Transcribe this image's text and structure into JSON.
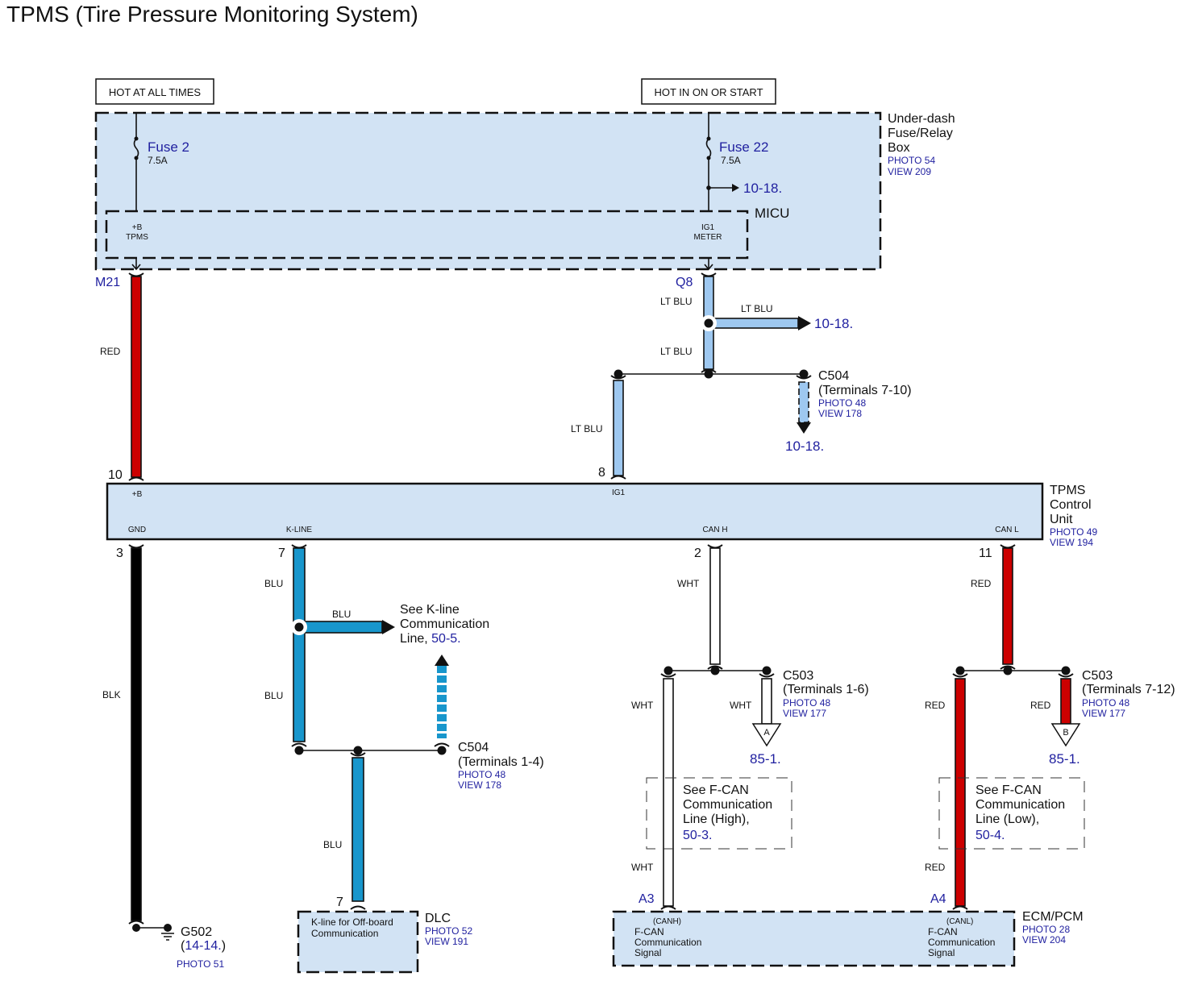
{
  "title": "TPMS (Tire Pressure Monitoring System)",
  "colors": {
    "red_wire": "#cc0000",
    "blk_wire": "#000000",
    "blu_wire": "#1896cc",
    "ltblu_wire": "#9ec8f0",
    "wht_wire": "#ffffff",
    "component_fill": "#d2e3f4",
    "link_text": "#1f1f9f"
  },
  "power_labels": {
    "hot_at_all_times": "HOT AT ALL TIMES",
    "hot_in_on_or_start": "HOT IN ON OR START"
  },
  "fuse_box": {
    "name_lines": [
      "Under-dash",
      "Fuse/Relay",
      "Box"
    ],
    "photo": "PHOTO 54",
    "view": "VIEW 209",
    "fuses": [
      {
        "name": "Fuse 2",
        "rating": "7.5A"
      },
      {
        "name": "Fuse 22",
        "rating": "7.5A"
      }
    ],
    "branch_ref": "10-18.",
    "micu": {
      "name": "MICU",
      "pin_left_lines": [
        "+B",
        "TPMS"
      ],
      "pin_right_lines": [
        "IG1",
        "METER"
      ]
    }
  },
  "connectors": {
    "m21": "M21",
    "q8": "Q8",
    "a3": "A3",
    "a4": "A4"
  },
  "wire_labels": {
    "red": "RED",
    "blk": "BLK",
    "blu": "BLU",
    "lt_blu": "LT BLU",
    "wht": "WHT"
  },
  "refs": {
    "ltblu_branch": "10-18.",
    "c504_upper_ref": "10-18.",
    "c503_a_ref": "85-1.",
    "c503_b_ref": "85-1."
  },
  "c504_upper": {
    "name": "C504",
    "terminals": "(Terminals 7-10)",
    "photo": "PHOTO 48",
    "view": "VIEW 178"
  },
  "c504_lower": {
    "name": "C504",
    "terminals": "(Terminals 1-4)",
    "photo": "PHOTO 48",
    "view": "VIEW 178"
  },
  "c503_left": {
    "name": "C503",
    "terminals": "(Terminals 1-6)",
    "photo": "PHOTO 48",
    "view": "VIEW 177",
    "symbol": "A"
  },
  "c503_right": {
    "name": "C503",
    "terminals": "(Terminals 7-12)",
    "photo": "PHOTO 48",
    "view": "VIEW 177",
    "symbol": "B"
  },
  "tpms_unit": {
    "name_lines": [
      "TPMS",
      "Control",
      "Unit"
    ],
    "photo": "PHOTO 49",
    "view": "VIEW 194",
    "pins": {
      "b_plus": {
        "num": "10",
        "label": "+B"
      },
      "ig1": {
        "num": "8",
        "label": "IG1"
      },
      "gnd": {
        "num": "3",
        "label": "GND"
      },
      "kline": {
        "num": "7",
        "label": "K-LINE"
      },
      "canh": {
        "num": "2",
        "label": "CAN H"
      },
      "canl": {
        "num": "11",
        "label": "CAN L"
      }
    }
  },
  "kline_note": {
    "lines": [
      "See K-line",
      "Communication",
      "Line, "
    ],
    "ref": "50-5."
  },
  "fcan_high_note": {
    "lines": [
      "See F-CAN",
      "Communication",
      "Line (High),"
    ],
    "ref": "50-3."
  },
  "fcan_low_note": {
    "lines": [
      "See F-CAN",
      "Communication",
      "Line (Low),"
    ],
    "ref": "50-4."
  },
  "ground": {
    "name": "G502",
    "ref_open": "(",
    "ref": "14-14.",
    "ref_close": ")",
    "photo": "PHOTO 51"
  },
  "dlc": {
    "name": "DLC",
    "photo": "PHOTO 52",
    "view": "VIEW 191",
    "pin": "7",
    "desc_lines": [
      "K-line for Off-board",
      "Communication"
    ]
  },
  "ecm": {
    "name": "ECM/PCM",
    "photo": "PHOTO 28",
    "view": "VIEW 204",
    "left_lines": [
      "(CANH)",
      "F-CAN",
      "Communication",
      "Signal"
    ],
    "right_lines": [
      "(CANL)",
      "F-CAN",
      "Communication",
      "Signal"
    ]
  }
}
